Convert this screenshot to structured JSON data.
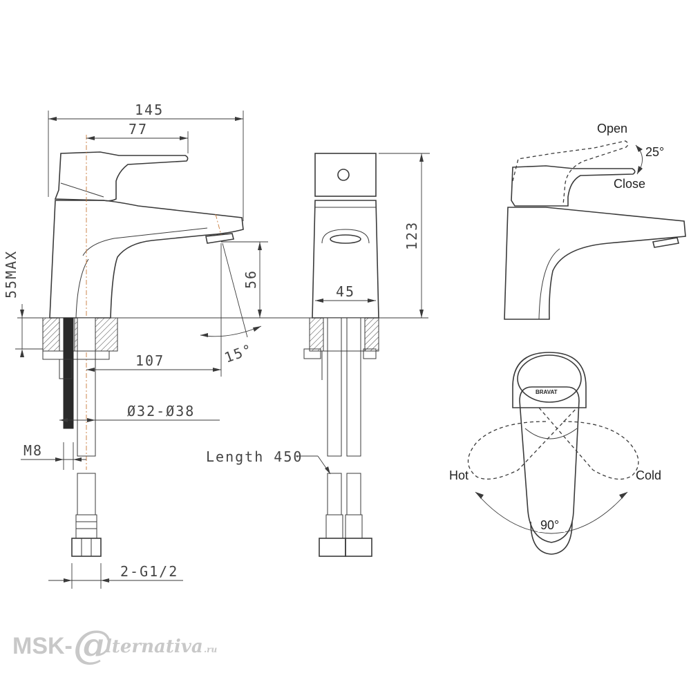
{
  "dimensions": {
    "width_145": "145",
    "lever_77": "77",
    "height_123": "123",
    "body_45": "45",
    "spout_56": "56",
    "clearance_55max": "55MAX",
    "reach_107": "107",
    "angle_15": "15°",
    "hole_diameter": "Ø32-Ø38",
    "thread_m8": "M8",
    "hose_length": "Length 450",
    "connection": "2-G1/2"
  },
  "lever_motion": {
    "open_label": "Open",
    "close_label": "Close",
    "lift_angle": "25°",
    "hot_label": "Hot",
    "cold_label": "Cold",
    "swing_angle": "90°"
  },
  "brand": {
    "logo": "BRAVAT"
  },
  "watermark": {
    "prefix": "MSK-",
    "at_symbol": "@",
    "suffix": "lternativa",
    "domain": ".ru"
  },
  "colors": {
    "line": "#3a3a3a",
    "axis": "#c87a3a",
    "watermark": "#c8c8c8"
  }
}
